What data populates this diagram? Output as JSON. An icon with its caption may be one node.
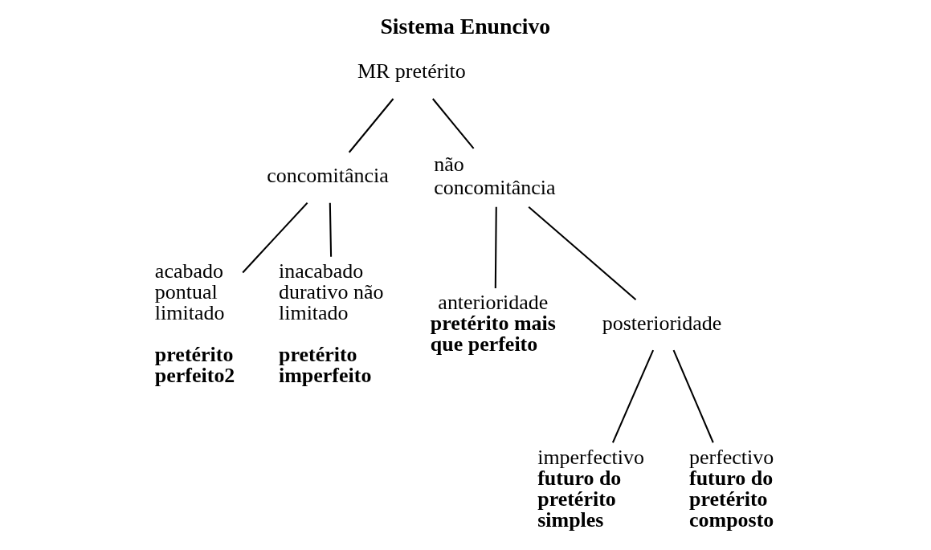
{
  "diagram": {
    "title": "Sistema Enuncivo",
    "nodes": [
      {
        "text": [
          "MR pretérito"
        ]
      },
      {
        "text": [
          "concomitância"
        ]
      },
      {
        "text": [
          "não concomitância"
        ]
      },
      {
        "text": [
          "acabado pontual limitado",
          "pretérito perfeito2"
        ]
      },
      {
        "text": [
          "inacabado durativo não limitado",
          "pretérito imperfeito"
        ]
      },
      {
        "text": [
          "anterioridade",
          "pretérito mais que perfeito"
        ]
      },
      {
        "text": [
          "posterioridade"
        ]
      },
      {
        "text": [
          "imperfectivo",
          "futuro do pretérito simples"
        ]
      },
      {
        "text": [
          "perfectivo",
          "futuro do pretérito composto"
        ]
      }
    ],
    "edges": [
      {
        "from": 0,
        "to": 1,
        "arrow": "none"
      },
      {
        "from": 0,
        "to": 2,
        "arrow": "none"
      },
      {
        "from": 1,
        "to": 3,
        "arrow": "none"
      },
      {
        "from": 1,
        "to": 4,
        "arrow": "none"
      },
      {
        "from": 2,
        "to": 5,
        "arrow": "none"
      },
      {
        "from": 2,
        "to": 6,
        "arrow": "none"
      },
      {
        "from": 6,
        "to": 7,
        "arrow": "none"
      },
      {
        "from": 6,
        "to": 8,
        "arrow": "none"
      }
    ]
  }
}
